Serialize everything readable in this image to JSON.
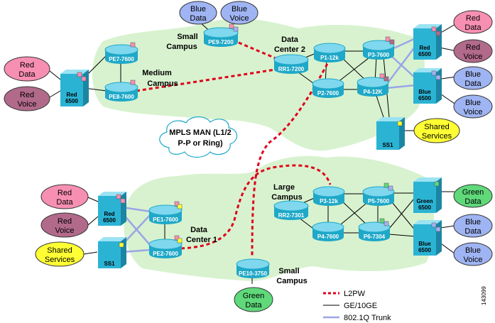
{
  "colors": {
    "campus_bg": "#d8f2cf",
    "router_body": "#1fa8c8",
    "router_top": "#7fd8ee",
    "switch_body": "#2bb3d4",
    "switch_top": "#9be3f3",
    "red_data": "#f78fb3",
    "red_voice": "#b26a8a",
    "blue_data": "#9fb4f2",
    "blue_voice": "#9fb4f2",
    "shared": "#ffff33",
    "green": "#5fd97a",
    "l2pw": "#e0001a",
    "ge": "#000000",
    "trunk": "#9aa6e6"
  },
  "labels": {
    "small_campus_top": [
      "Small",
      "Campus"
    ],
    "data_center_2": [
      "Data",
      "Center 2"
    ],
    "medium_campus": [
      "Medium",
      "Campus"
    ],
    "mpls_cloud": [
      "MPLS MAN (L1/2",
      "P-P or Ring)"
    ],
    "large_campus": [
      "Large",
      "Campus"
    ],
    "data_center_1": [
      "Data",
      "Center 1"
    ],
    "small_campus_bottom": [
      "Small",
      "Campus"
    ],
    "figure_id": "143099"
  },
  "routers": {
    "pe9": "PE9-7200",
    "pe7": "PE7-7600",
    "pe8": "PE8-7600",
    "rr1": "RR1-7200",
    "p1": "P1-12k",
    "p2": "P2-7600",
    "p3_top": "P3-7600",
    "p4_top": "P4-12K",
    "pe1": "PE1-7600",
    "pe2": "PE2-7600",
    "pe10": "PE10-3750",
    "rr2": "RR2-7301",
    "p3_large": "P3-12k",
    "p4_large": "P4-7600",
    "p5": "P5-7600",
    "p6": "P6-7304"
  },
  "switches": {
    "red_left": [
      "Red",
      "6500"
    ],
    "red_dc2": [
      "Red",
      "6500"
    ],
    "blue_dc2": [
      "Blue",
      "6500"
    ],
    "ss1_dc2": "SS1",
    "red_dc1": [
      "Red",
      "6500"
    ],
    "ss1_dc1": "SS1",
    "green_large": [
      "Green",
      "6500"
    ],
    "blue_large": [
      "Blue",
      "6500"
    ]
  },
  "endpoints": {
    "blue_data_top": [
      "Blue",
      "Data"
    ],
    "blue_voice_top": [
      "Blue",
      "Voice"
    ],
    "red_data_left": [
      "Red",
      "Data"
    ],
    "red_voice_left": [
      "Red",
      "Voice"
    ],
    "red_data_dc2": [
      "Red",
      "Data"
    ],
    "red_voice_dc2": [
      "Red",
      "Voice"
    ],
    "blue_data_dc2": [
      "Blue",
      "Data"
    ],
    "blue_voice_dc2": [
      "Blue",
      "Voice"
    ],
    "shared_dc2": [
      "Shared",
      "Services"
    ],
    "red_data_dc1": [
      "Red",
      "Data"
    ],
    "red_voice_dc1": [
      "Red",
      "Voice"
    ],
    "shared_dc1": [
      "Shared",
      "Services"
    ],
    "green_data_large": [
      "Green",
      "Data"
    ],
    "blue_data_large": [
      "Blue",
      "Data"
    ],
    "blue_voice_large": [
      "Blue",
      "Voice"
    ],
    "green_data_bottom": [
      "Green",
      "Data"
    ]
  },
  "legend": {
    "l2pw": "L2PW",
    "ge": "GE/10GE",
    "trunk": "802.1Q Trunk"
  }
}
